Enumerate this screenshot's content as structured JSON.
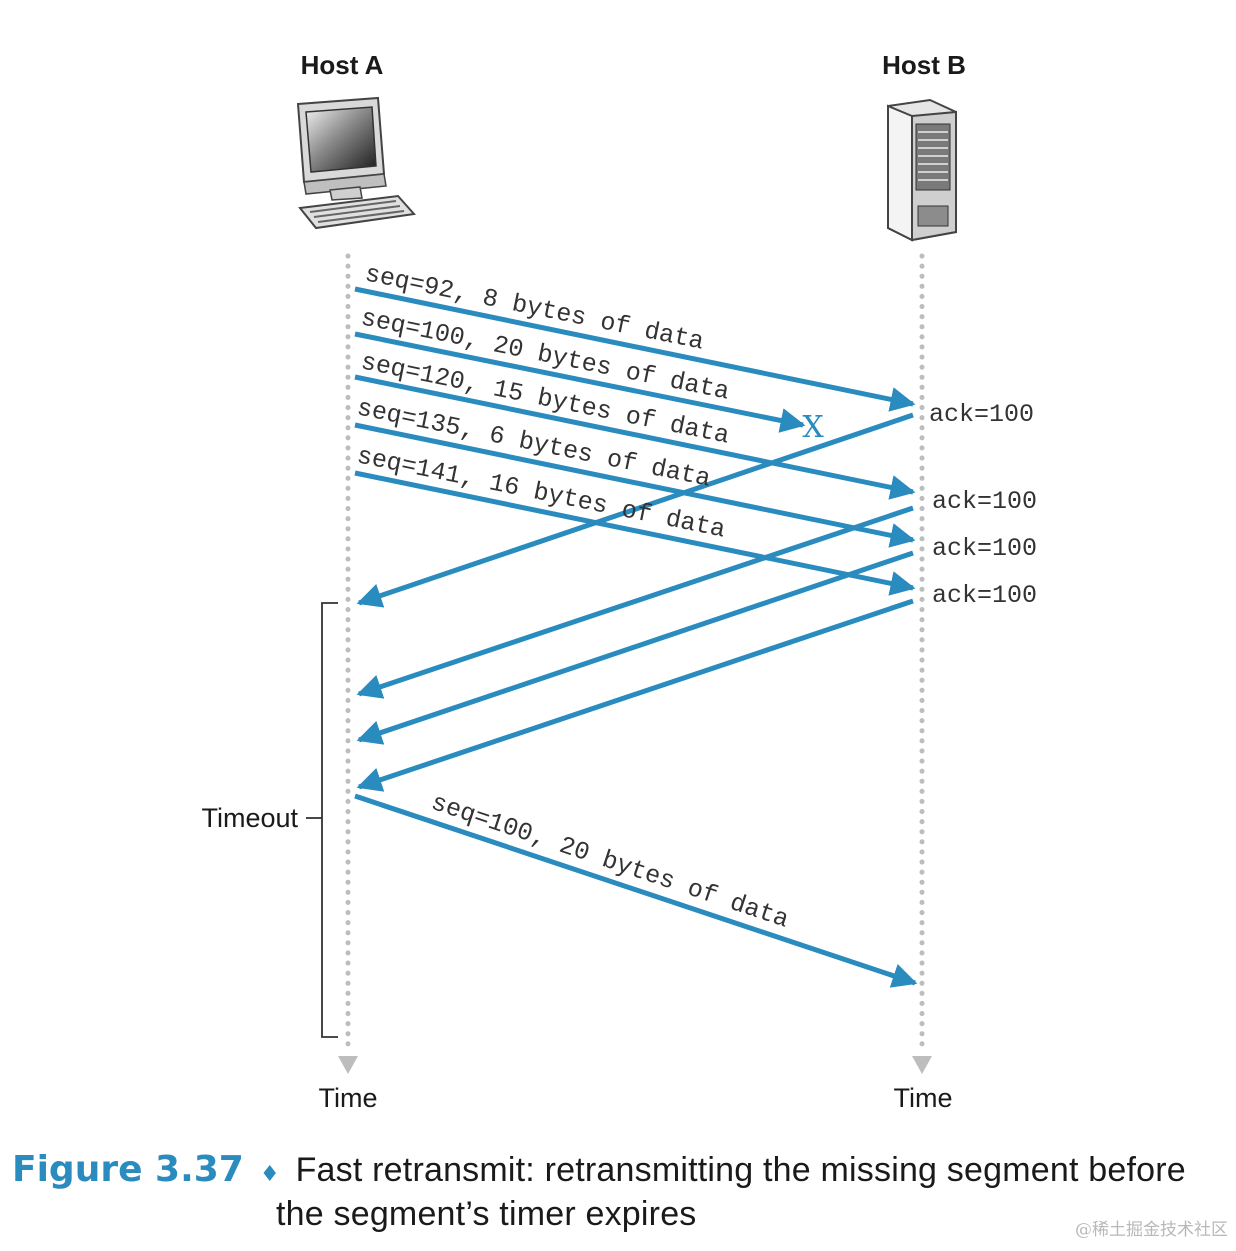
{
  "hosts": {
    "a": {
      "label": "Host A",
      "icon": "desktop-computer-icon"
    },
    "b": {
      "label": "Host B",
      "icon": "server-tower-icon"
    }
  },
  "timeline": {
    "time_label_a": "Time",
    "time_label_b": "Time",
    "timeout_label": "Timeout"
  },
  "segments": [
    {
      "label": "seq=92, 8 bytes of data",
      "lost": false
    },
    {
      "label": "seq=100, 20 bytes of data",
      "lost": true,
      "loss_marker": "X"
    },
    {
      "label": "seq=120, 15 bytes of data",
      "lost": false
    },
    {
      "label": "seq=135, 6 bytes of data",
      "lost": false
    },
    {
      "label": "seq=141, 16 bytes of data",
      "lost": false
    },
    {
      "label": "seq=100, 20 bytes of data",
      "lost": false,
      "retransmission": true
    }
  ],
  "acks": [
    "ack=100",
    "ack=100",
    "ack=100",
    "ack=100"
  ],
  "colors": {
    "arrow": "#2a8bbf",
    "timeline": "#bdbdbd",
    "caption_accent": "#2a8bbf"
  },
  "caption": {
    "figure_number": "Figure 3.37",
    "separator": "♦",
    "line1": "Fast retransmit: retransmitting the missing segment before",
    "line2": "the segment’s timer expires"
  },
  "watermark": "@稀土掘金技术社区"
}
